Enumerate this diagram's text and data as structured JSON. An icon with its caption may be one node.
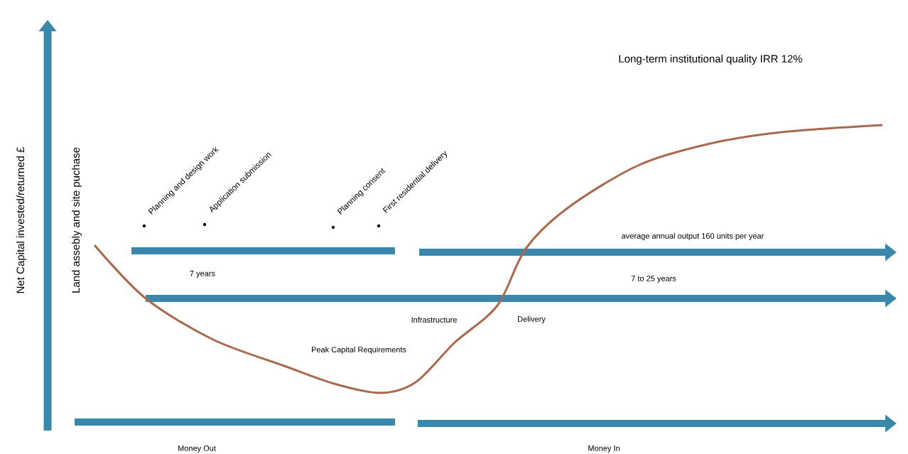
{
  "diagram": {
    "labels": [
      "Long-term institutional quality IRR 12%",
      "Net Capital invested/returned £",
      "Land assebly and site puchase",
      "Planning and design work",
      "Application submission",
      "Planning consent",
      "First residential delivery",
      "average annual output 160 units per year",
      "7 years",
      "7 to 25 years",
      "Infrastructure",
      "Delivery",
      "Peak Capital Requirements",
      "Money Out",
      "Money In"
    ]
  }
}
